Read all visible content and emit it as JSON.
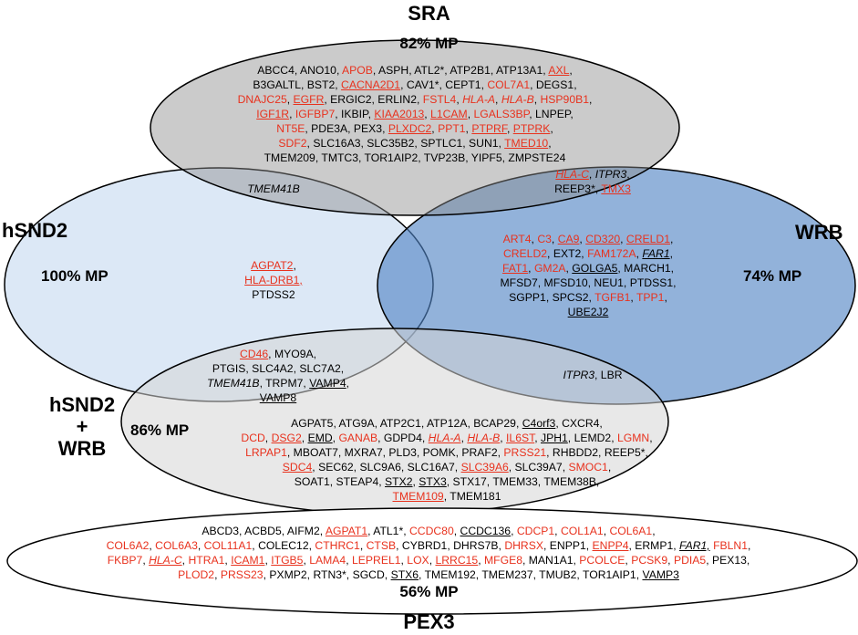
{
  "colors": {
    "highlight_red": "#e8321e",
    "sra_fill": "#9e9e9e",
    "wrb_fill": "#4f82c4",
    "hsnd2_fill": "#dce8f6",
    "pex3_fill": "#ffffff"
  },
  "sets": {
    "sra": {
      "name": "SRA",
      "pct": "82% MP"
    },
    "hsnd2": {
      "name": "hSND2",
      "pct": "100% MP"
    },
    "wrb": {
      "name": "WRB",
      "pct": "74% MP"
    },
    "hsnd2_wrb": {
      "name_line1": "hSND2",
      "name_line2": "+",
      "name_line3": "WRB",
      "pct": "86% MP"
    },
    "pex3": {
      "name": "PEX3",
      "pct": "56% MP"
    }
  },
  "blocks": {
    "sra": [
      [
        [
          "ABCC4, ANO10, ",
          ""
        ],
        [
          "APOB",
          "r"
        ],
        [
          ", ASPH, ATL2*,  ATP2B1, ATP13A1, ",
          ""
        ],
        [
          "AXL",
          "ru"
        ],
        [
          ",",
          ""
        ]
      ],
      [
        [
          "B3GALTL, BST2, ",
          ""
        ],
        [
          "CACNA2D1",
          "ru"
        ],
        [
          ", CAV1*, CEPT1, ",
          ""
        ],
        [
          "COL7A1",
          "r"
        ],
        [
          ", DEGS1,",
          ""
        ]
      ],
      [
        [
          "DNAJC25",
          "r"
        ],
        [
          ", ",
          ""
        ],
        [
          "EGFR",
          "ru"
        ],
        [
          ", ERGIC2, ERLIN2, ",
          ""
        ],
        [
          "FSTL4",
          "r"
        ],
        [
          ", ",
          ""
        ],
        [
          "HLA-A",
          "ri"
        ],
        [
          ", ",
          ""
        ],
        [
          "HLA-B",
          "ri"
        ],
        [
          ", ",
          ""
        ],
        [
          "HSP90B1",
          "r"
        ],
        [
          ",",
          ""
        ]
      ],
      [
        [
          "IGF1R",
          "ru"
        ],
        [
          ", ",
          ""
        ],
        [
          "IGFBP7",
          "r"
        ],
        [
          ", IKBIP, ",
          ""
        ],
        [
          "KIAA2013",
          "ru"
        ],
        [
          ", ",
          ""
        ],
        [
          "L1CAM",
          "ru"
        ],
        [
          ", ",
          ""
        ],
        [
          "LGALS3BP",
          "r"
        ],
        [
          ", LNPEP,",
          ""
        ]
      ],
      [
        [
          "NT5E",
          "r"
        ],
        [
          ", PDE3A, PEX3, ",
          ""
        ],
        [
          "PLXDC2",
          "ru"
        ],
        [
          ", ",
          ""
        ],
        [
          "PPT1",
          "r"
        ],
        [
          ", ",
          ""
        ],
        [
          "PTPRF",
          "ru"
        ],
        [
          ", ",
          ""
        ],
        [
          "PTPRK",
          "ru"
        ],
        [
          ",",
          ""
        ]
      ],
      [
        [
          "SDF2",
          "r"
        ],
        [
          ", SLC16A3, SLC35B2, SPTLC1, SUN1, ",
          ""
        ],
        [
          "TMED10",
          "ru"
        ],
        [
          ",",
          ""
        ]
      ],
      [
        [
          "TMEM209, TMTC3, TOR1AIP2, TVP23B, YIPF5, ZMPSTE24",
          ""
        ]
      ]
    ],
    "sra_hsnd2": [
      [
        [
          "TMEM41B",
          "i"
        ]
      ]
    ],
    "sra_wrb": [
      [
        [
          "HLA-C",
          "riu"
        ],
        [
          ", ",
          ""
        ],
        [
          "ITPR3",
          "i"
        ],
        [
          ",",
          ""
        ]
      ],
      [
        [
          "REEP3*, ",
          ""
        ],
        [
          "TMX3",
          "ru"
        ]
      ]
    ],
    "hsnd2": [
      [
        [
          "AGPAT2",
          "ru"
        ],
        [
          ",",
          ""
        ]
      ],
      [
        [
          "HLA-DRB1,",
          "ru"
        ]
      ],
      [
        [
          "PTDSS2",
          ""
        ]
      ]
    ],
    "wrb": [
      [
        [
          "ART4",
          "r"
        ],
        [
          ", ",
          ""
        ],
        [
          "C3",
          "r"
        ],
        [
          ", ",
          ""
        ],
        [
          "CA9",
          "ru"
        ],
        [
          ", ",
          ""
        ],
        [
          "CD320",
          "ru"
        ],
        [
          ", ",
          ""
        ],
        [
          "CRELD1",
          "ru"
        ],
        [
          ",",
          ""
        ]
      ],
      [
        [
          "CRELD2",
          "r"
        ],
        [
          ", EXT2, ",
          ""
        ],
        [
          "FAM172A",
          "r"
        ],
        [
          ", ",
          ""
        ],
        [
          "FAR1",
          "iu"
        ],
        [
          ",",
          ""
        ]
      ],
      [
        [
          "FAT1",
          "ru"
        ],
        [
          ", ",
          ""
        ],
        [
          "GM2A",
          "r"
        ],
        [
          ", ",
          ""
        ],
        [
          "GOLGA5",
          "u"
        ],
        [
          ", MARCH1,",
          ""
        ]
      ],
      [
        [
          "MFSD7, MFSD10, NEU1, PTDSS1,",
          ""
        ]
      ],
      [
        [
          "SGPP1, SPCS2, ",
          ""
        ],
        [
          "TGFB1",
          "r"
        ],
        [
          ", ",
          ""
        ],
        [
          "TPP1",
          "r"
        ],
        [
          ",",
          ""
        ]
      ],
      [
        [
          "UBE2J2",
          "u"
        ]
      ]
    ],
    "hsnd2_wrb_sra": [
      [
        [
          "CD46",
          "ru"
        ],
        [
          ",  MYO9A,",
          ""
        ]
      ],
      [
        [
          "PTGIS, SLC4A2, SLC7A2,",
          ""
        ]
      ],
      [
        [
          "TMEM41B",
          "i"
        ],
        [
          ", TRPM7, ",
          ""
        ],
        [
          "VAMP4",
          "u"
        ],
        [
          ",",
          ""
        ]
      ],
      [
        [
          "VAMP8",
          "u"
        ]
      ]
    ],
    "sra_wrb_pex3": [
      [
        [
          "ITPR3",
          "i"
        ],
        [
          ", LBR",
          ""
        ]
      ]
    ],
    "hsnd2_wrb": [
      [
        [
          "AGPAT5, ATG9A, ATP2C1, ATP12A, BCAP29, ",
          ""
        ],
        [
          "C4orf3",
          "u"
        ],
        [
          ", CXCR4,",
          ""
        ]
      ],
      [
        [
          "DCD",
          "r"
        ],
        [
          ", ",
          ""
        ],
        [
          "DSG2",
          "ru"
        ],
        [
          ", ",
          ""
        ],
        [
          "EMD",
          "u"
        ],
        [
          ", ",
          ""
        ],
        [
          "GANAB",
          "r"
        ],
        [
          ", GDPD4, ",
          ""
        ],
        [
          "HLA-A",
          "riu"
        ],
        [
          ", ",
          ""
        ],
        [
          "HLA-B",
          "riu"
        ],
        [
          ", ",
          ""
        ],
        [
          "IL6ST",
          "ru"
        ],
        [
          ", ",
          ""
        ],
        [
          "JPH1",
          "u"
        ],
        [
          ", LEMD2, ",
          ""
        ],
        [
          "LGMN",
          "r"
        ],
        [
          ",",
          ""
        ]
      ],
      [
        [
          "LRPAP1",
          "r"
        ],
        [
          ", MBOAT7, MXRA7, PLD3, POMK, PRAF2, ",
          ""
        ],
        [
          "PRSS21",
          "r"
        ],
        [
          ", RHBDD2, REEP5*,",
          ""
        ]
      ],
      [
        [
          "SDC4",
          "ru"
        ],
        [
          ", SEC62, SLC9A6, SLC16A7, ",
          ""
        ],
        [
          "SLC39A6",
          "ru"
        ],
        [
          ", SLC39A7, ",
          ""
        ],
        [
          "SMOC1",
          "r"
        ],
        [
          ",",
          ""
        ]
      ],
      [
        [
          "SOAT1, STEAP4, ",
          ""
        ],
        [
          "STX2",
          "u"
        ],
        [
          ", ",
          ""
        ],
        [
          "STX3",
          "u"
        ],
        [
          ", STX17, TMEM33, TMEM38B,",
          ""
        ]
      ],
      [
        [
          "TMEM109",
          "ru"
        ],
        [
          ", TMEM181",
          ""
        ]
      ]
    ],
    "pex3": [
      [
        [
          "ABCD3, ACBD5, AIFM2, ",
          ""
        ],
        [
          "AGPAT1",
          "ru"
        ],
        [
          ", ATL1*, ",
          ""
        ],
        [
          "CCDC80",
          "r"
        ],
        [
          ", ",
          ""
        ],
        [
          "CCDC136",
          "u"
        ],
        [
          ", ",
          ""
        ],
        [
          "CDCP1",
          "r"
        ],
        [
          ", ",
          ""
        ],
        [
          "COL1A1",
          "r"
        ],
        [
          ", ",
          ""
        ],
        [
          "COL6A1",
          "r"
        ],
        [
          ",",
          ""
        ]
      ],
      [
        [
          "COL6A2",
          "r"
        ],
        [
          ", ",
          ""
        ],
        [
          "COL6A3",
          "r"
        ],
        [
          ", ",
          ""
        ],
        [
          "COL11A1",
          "r"
        ],
        [
          ", COLEC12, ",
          ""
        ],
        [
          "CTHRC1",
          "r"
        ],
        [
          ", ",
          ""
        ],
        [
          "CTSB",
          "r"
        ],
        [
          ", CYBRD1, DHRS7B, ",
          ""
        ],
        [
          "DHRSX",
          "r"
        ],
        [
          ", ENPP1, ",
          ""
        ],
        [
          "ENPP4",
          "ru"
        ],
        [
          ", ERMP1, ",
          ""
        ],
        [
          "FAR1,",
          "iu"
        ],
        [
          " ",
          ""
        ],
        [
          "FBLN1",
          "r"
        ],
        [
          ",",
          ""
        ]
      ],
      [
        [
          "FKBP7",
          "r"
        ],
        [
          ", ",
          ""
        ],
        [
          "HLA-C",
          "riu"
        ],
        [
          ", ",
          ""
        ],
        [
          "HTRA1",
          "r"
        ],
        [
          ", ",
          ""
        ],
        [
          "ICAM1",
          "ru"
        ],
        [
          ", ",
          ""
        ],
        [
          "ITGB5",
          "ru"
        ],
        [
          ", ",
          ""
        ],
        [
          "LAMA4",
          "r"
        ],
        [
          ", ",
          ""
        ],
        [
          "LEPREL1",
          "r"
        ],
        [
          ", ",
          ""
        ],
        [
          "LOX",
          "r"
        ],
        [
          ", ",
          ""
        ],
        [
          "LRRC15",
          "ru"
        ],
        [
          ", ",
          ""
        ],
        [
          "MFGE8",
          "r"
        ],
        [
          ", MAN1A1, ",
          ""
        ],
        [
          "PCOLCE",
          "r"
        ],
        [
          ", ",
          ""
        ],
        [
          "PCSK9",
          "r"
        ],
        [
          ", ",
          ""
        ],
        [
          "PDIA5",
          "r"
        ],
        [
          ", PEX13,",
          ""
        ]
      ],
      [
        [
          "PLOD2",
          "r"
        ],
        [
          ", ",
          ""
        ],
        [
          "PRSS23",
          "r"
        ],
        [
          ", PXMP2, RTN3*, SGCD, ",
          ""
        ],
        [
          "STX6",
          "u"
        ],
        [
          ", TMEM192, TMEM237, TMUB2, TOR1AIP1, ",
          ""
        ],
        [
          "VAMP3",
          "u"
        ]
      ]
    ]
  }
}
